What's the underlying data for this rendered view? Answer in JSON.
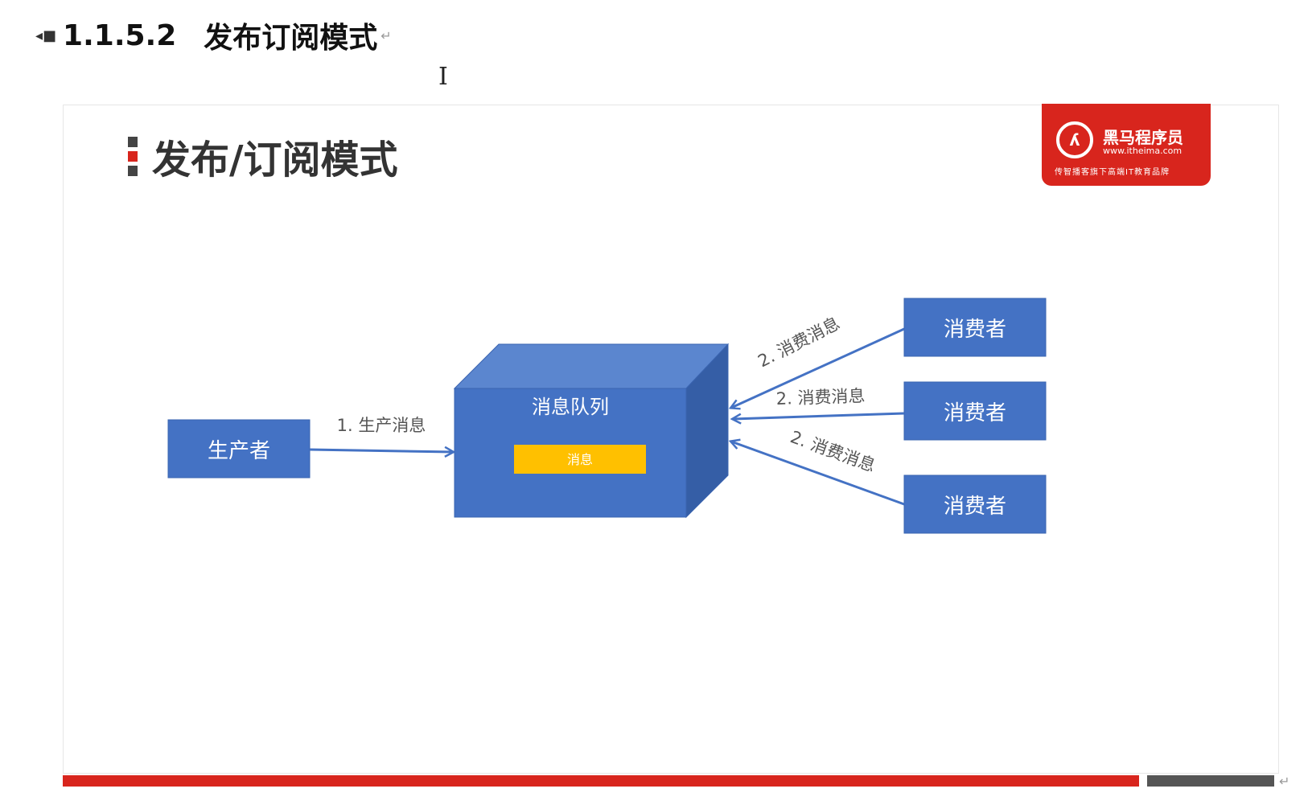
{
  "document": {
    "heading_number": "1.1.5.2",
    "heading_text": "发布订阅模式",
    "paragraph_mark": "↵"
  },
  "slide": {
    "title": "发布/订阅模式",
    "logo": {
      "brand": "黑马程序员",
      "url": "www.itheima.com",
      "slogan": "传智播客旗下高端IT教育品牌"
    }
  },
  "diagram": {
    "producer": "生产者",
    "queue": "消息队列",
    "message": "消息",
    "produce_label": "1. 生产消息",
    "consume_label": "2. 消费消息",
    "consumers": [
      "消费者",
      "消费者",
      "消费者"
    ]
  },
  "colors": {
    "box_blue": "#4472c4",
    "box_top": "#5b86cf",
    "box_side": "#355ea6",
    "message_yellow": "#ffc000",
    "accent_red": "#d8251d"
  }
}
